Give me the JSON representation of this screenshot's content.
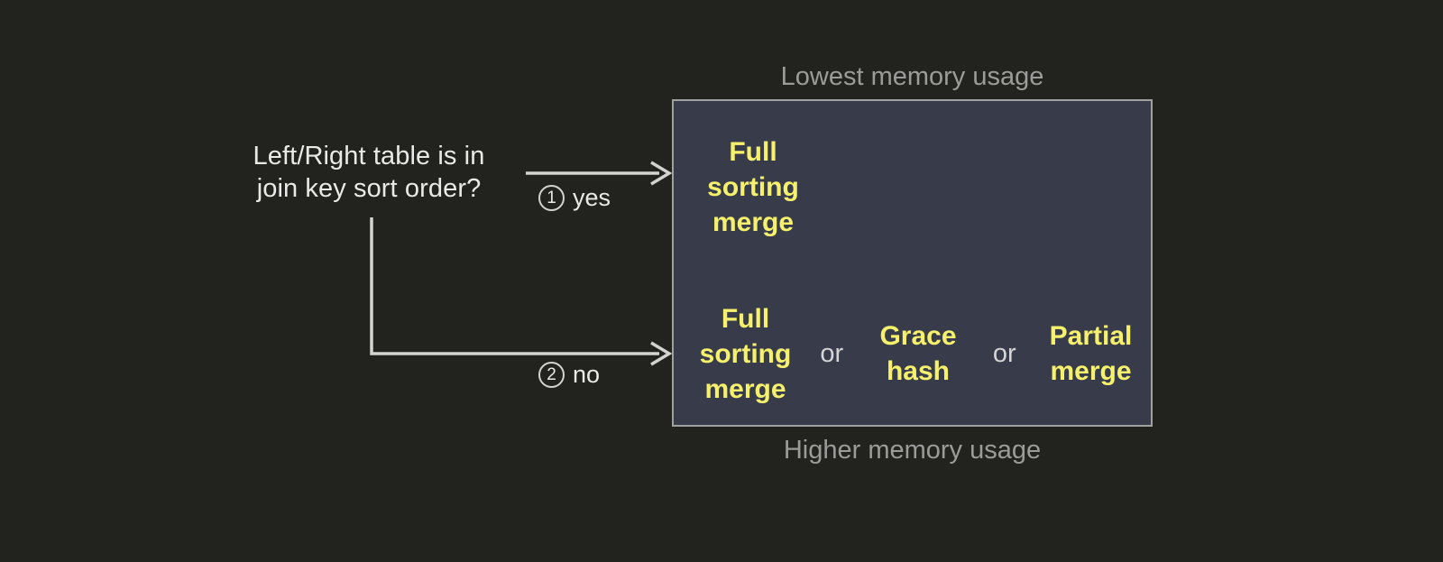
{
  "decision": {
    "question_lines": [
      "Left/Right table is in",
      "join key sort order?"
    ]
  },
  "branches": [
    {
      "id": "yes",
      "marker": "1",
      "label": "yes"
    },
    {
      "id": "no",
      "marker": "2",
      "label": "no"
    }
  ],
  "panel": {
    "caption_top": "Lowest memory usage",
    "caption_bottom": "Higher memory usage",
    "rows": [
      {
        "id": "sorted",
        "options": [
          "Full\nsorting\nmerge"
        ],
        "conjunctions": []
      },
      {
        "id": "unsorted",
        "options": [
          "Full\nsorting\nmerge",
          "Grace\nhash",
          "Partial\nmerge"
        ],
        "conjunctions": [
          "or",
          "or"
        ]
      }
    ]
  },
  "colors": {
    "background": "#22231f",
    "panel_fill": "#383c4a",
    "panel_border": "#9fa0a0",
    "option_text": "#f6f16d",
    "body_text": "#e9e9e7",
    "caption_text": "#9b9b99",
    "connector": "#d3d3d1"
  }
}
